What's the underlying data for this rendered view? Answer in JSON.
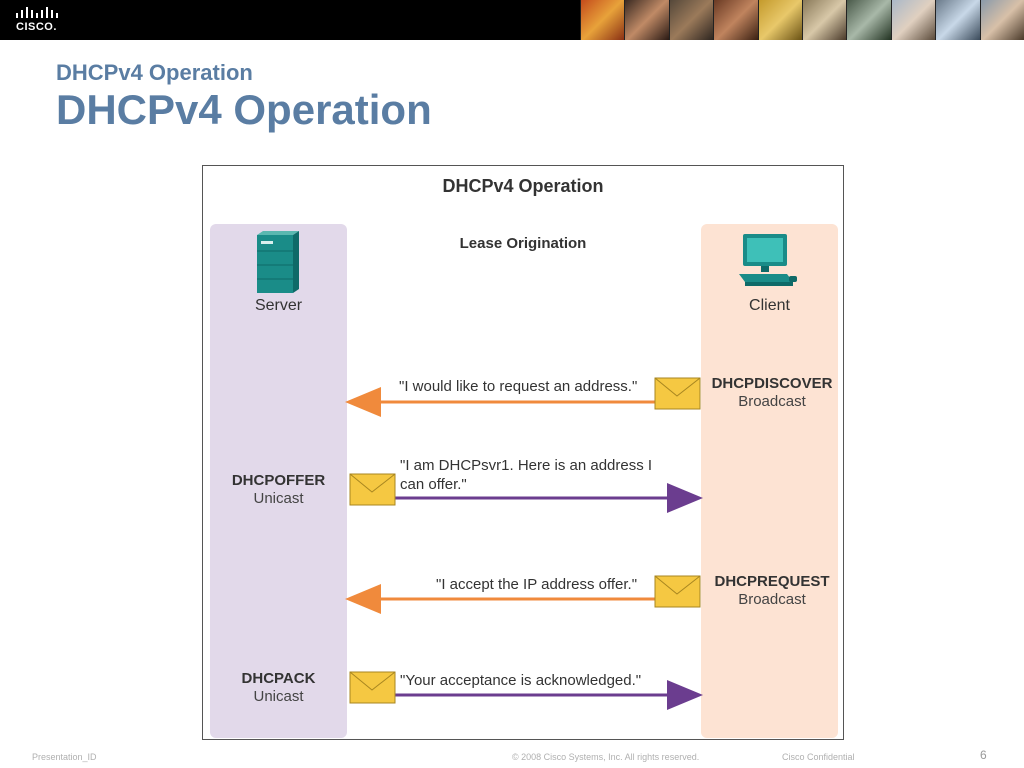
{
  "header": {
    "logo_text": "CISCO."
  },
  "slide": {
    "subtitle": "DHCPv4 Operation",
    "title": "DHCPv4 Operation"
  },
  "diagram": {
    "title": "DHCPv4 Operation",
    "phase": "Lease Origination",
    "server_label": "Server",
    "client_label": "Client",
    "messages": [
      {
        "quote": "\"I would like to request an address.\"",
        "type": "DHCPDISCOVER",
        "mode": "Broadcast",
        "direction": "client-to-server",
        "color": "#f08a3c"
      },
      {
        "quote_line1": "\"I am DHCPsvr1. Here is an address I",
        "quote_line2": "can offer.\"",
        "type": "DHCPOFFER",
        "mode": "Unicast",
        "direction": "server-to-client",
        "color": "#6b3d8f"
      },
      {
        "quote": "\"I accept the IP address offer.\"",
        "type": "DHCPREQUEST",
        "mode": "Broadcast",
        "direction": "client-to-server",
        "color": "#f08a3c"
      },
      {
        "quote": "\"Your acceptance is acknowledged.\"",
        "type": "DHCPACK",
        "mode": "Unicast",
        "direction": "server-to-client",
        "color": "#6b3d8f"
      }
    ]
  },
  "footer": {
    "presentation_id": "Presentation_ID",
    "copyright": "© 2008 Cisco Systems, Inc. All rights reserved.",
    "confidential": "Cisco Confidential",
    "page_number": "6"
  }
}
